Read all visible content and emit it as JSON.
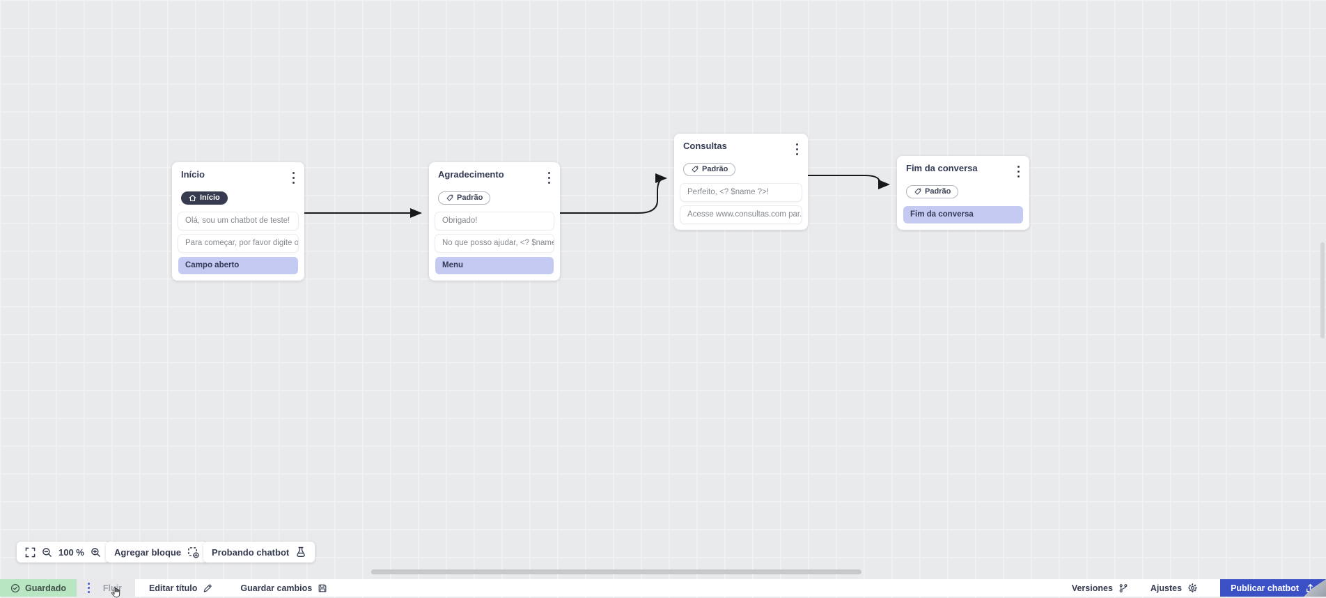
{
  "colors": {
    "accent_blue": "#3c50c6",
    "saved_green_bg": "#b8e5c2",
    "badge_dark_bg": "#363b4f",
    "action_row_bg": "#c4caf2",
    "edge_color": "#17181c",
    "canvas_bg": "#e9eaec"
  },
  "nodes": [
    {
      "title": "Início",
      "badge": {
        "label": "Início",
        "style": "dark",
        "icon": "home-icon"
      },
      "rows": [
        {
          "type": "message",
          "text": "Olá, sou um chatbot de teste!"
        },
        {
          "type": "message",
          "text": "Para começar, por favor digite o ..."
        },
        {
          "type": "action",
          "text": "Campo aberto"
        }
      ]
    },
    {
      "title": "Agradecimento",
      "badge": {
        "label": "Padrão",
        "style": "outline",
        "icon": "tag-icon"
      },
      "rows": [
        {
          "type": "message",
          "text": "Obrigado!"
        },
        {
          "type": "message",
          "text": "No que posso ajudar, <? $name ..."
        },
        {
          "type": "action",
          "text": "Menu"
        }
      ]
    },
    {
      "title": "Consultas",
      "badge": {
        "label": "Padrão",
        "style": "outline",
        "icon": "tag-icon"
      },
      "rows": [
        {
          "type": "message",
          "text": "Perfeito, <? $name ?>!"
        },
        {
          "type": "message",
          "text": "Acesse www.consultas.com par..."
        }
      ]
    },
    {
      "title": "Fim da conversa",
      "badge": {
        "label": "Padrão",
        "style": "outline",
        "icon": "tag-icon"
      },
      "rows": [
        {
          "type": "action",
          "text": "Fim da conversa"
        }
      ]
    }
  ],
  "controls": {
    "zoom_level": "100 %",
    "add_block_label": "Agregar bloque",
    "test_chatbot_label": "Probando chatbot"
  },
  "statusbar": {
    "saved_label": "Guardado",
    "flow_tab_label": "Fluir",
    "edit_title_label": "Editar título",
    "save_changes_label": "Guardar cambios",
    "versions_label": "Versiones",
    "settings_label": "Ajustes",
    "publish_label": "Publicar chatbot"
  }
}
